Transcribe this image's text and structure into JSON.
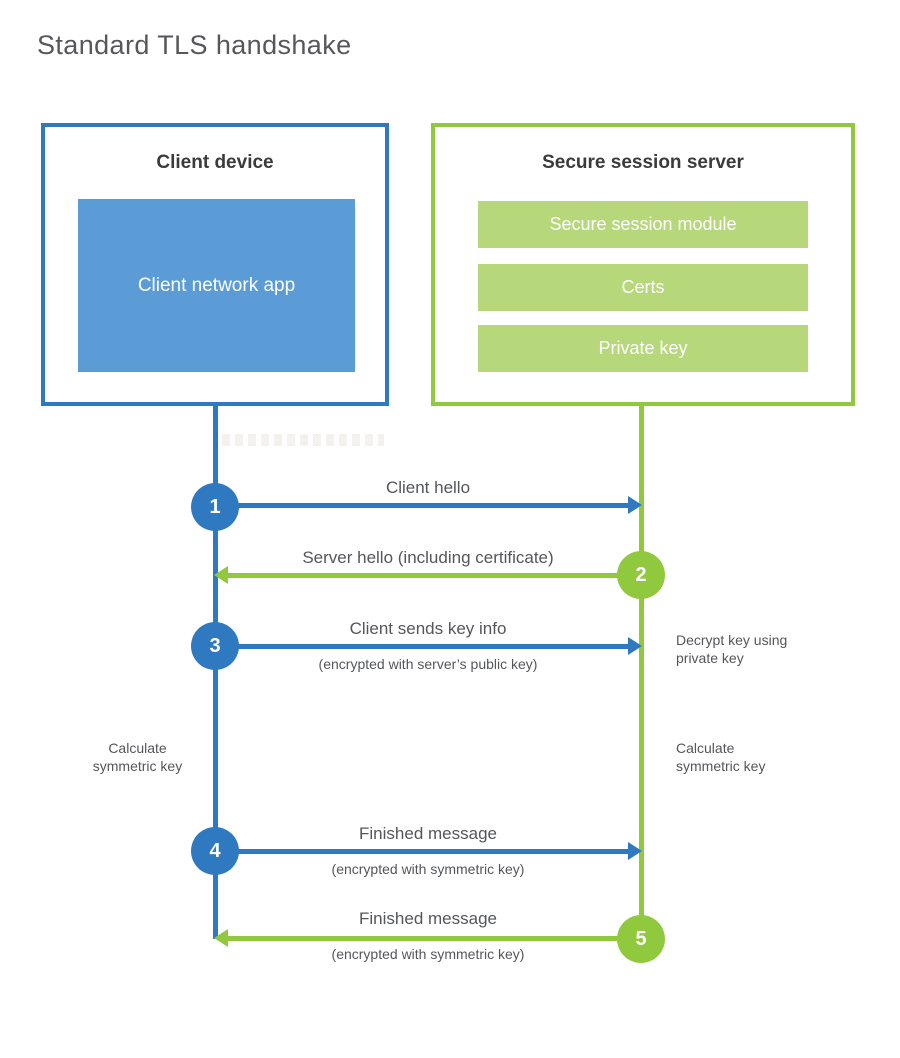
{
  "page": {
    "title": "Standard TLS handshake"
  },
  "colors": {
    "blue": "#2e79bf",
    "blue_fill": "#5b9cd6",
    "green": "#90c83e",
    "green_fill": "#b6d87b",
    "text_dark": "#3a3b3d",
    "text_gray": "#54565a",
    "title_gray": "#56575b"
  },
  "client_box": {
    "title": "Client device",
    "app_label": "Client network app"
  },
  "server_box": {
    "title": "Secure session server",
    "modules": [
      "Secure session module",
      "Certs",
      "Private key"
    ]
  },
  "steps": [
    {
      "num": "1",
      "label": "Client hello",
      "sublabel": "",
      "direction": "client-to-server"
    },
    {
      "num": "2",
      "label": "Server hello (including certificate)",
      "sublabel": "",
      "direction": "server-to-client"
    },
    {
      "num": "3",
      "label": "Client sends key info",
      "sublabel": "(encrypted with server’s public key)",
      "direction": "client-to-server"
    },
    {
      "num": "4",
      "label": "Finished message",
      "sublabel": "(encrypted with symmetric key)",
      "direction": "client-to-server"
    },
    {
      "num": "5",
      "label": "Finished message",
      "sublabel": "(encrypted with symmetric key)",
      "direction": "server-to-client"
    }
  ],
  "notes": {
    "decrypt": "Decrypt key using private key",
    "calc_left": "Calculate symmetric key",
    "calc_right": "Calculate symmetric key"
  }
}
